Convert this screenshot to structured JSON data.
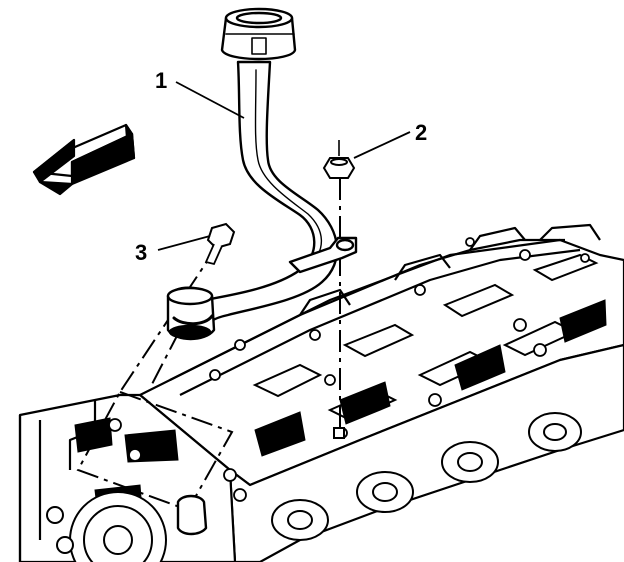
{
  "callouts": [
    {
      "id": "1",
      "label": "1",
      "part": "oil-fill-tube"
    },
    {
      "id": "2",
      "label": "2",
      "part": "stud-nut"
    },
    {
      "id": "3",
      "label": "3",
      "part": "bolt"
    }
  ],
  "direction_arrow": {
    "icon": "front-direction-arrow-icon"
  },
  "colors": {
    "line": "#000000",
    "background": "#ffffff"
  }
}
